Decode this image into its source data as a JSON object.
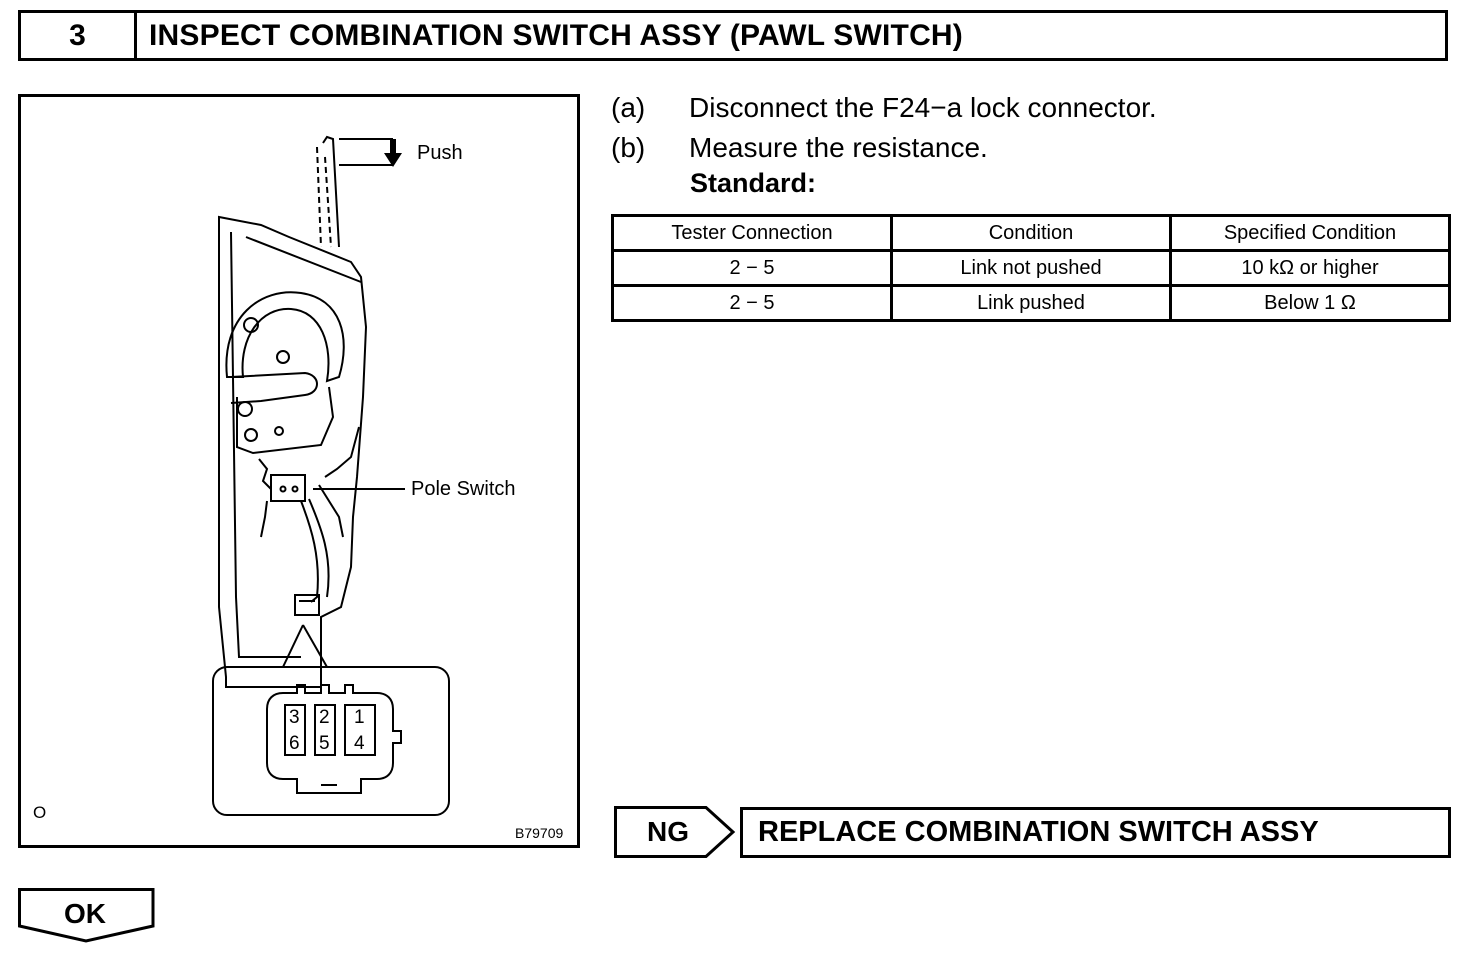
{
  "header": {
    "step_number": "3",
    "title": "INSPECT COMBINATION SWITCH ASSY (PAWL SWITCH)"
  },
  "figure": {
    "push_label": "Push",
    "pole_switch_label": "Pole Switch",
    "corner_mark": "O",
    "figure_code": "B79709",
    "connector_pins": {
      "top": [
        "3",
        "2",
        "1"
      ],
      "bottom": [
        "6",
        "5",
        "4"
      ]
    }
  },
  "steps": [
    {
      "letter": "(a)",
      "text": "Disconnect the F24−a lock connector."
    },
    {
      "letter": "(b)",
      "text": "Measure the resistance."
    }
  ],
  "standard_label": "Standard:",
  "spec_table": {
    "headers": [
      "Tester Connection",
      "Condition",
      "Specified Condition"
    ],
    "rows": [
      [
        "2 − 5",
        "Link not pushed",
        "10 kΩ or higher"
      ],
      [
        "2 − 5",
        "Link pushed",
        "Below 1 Ω"
      ]
    ]
  },
  "ng": {
    "badge": "NG",
    "action": "REPLACE COMBINATION SWITCH ASSY"
  },
  "ok": {
    "badge": "OK"
  }
}
